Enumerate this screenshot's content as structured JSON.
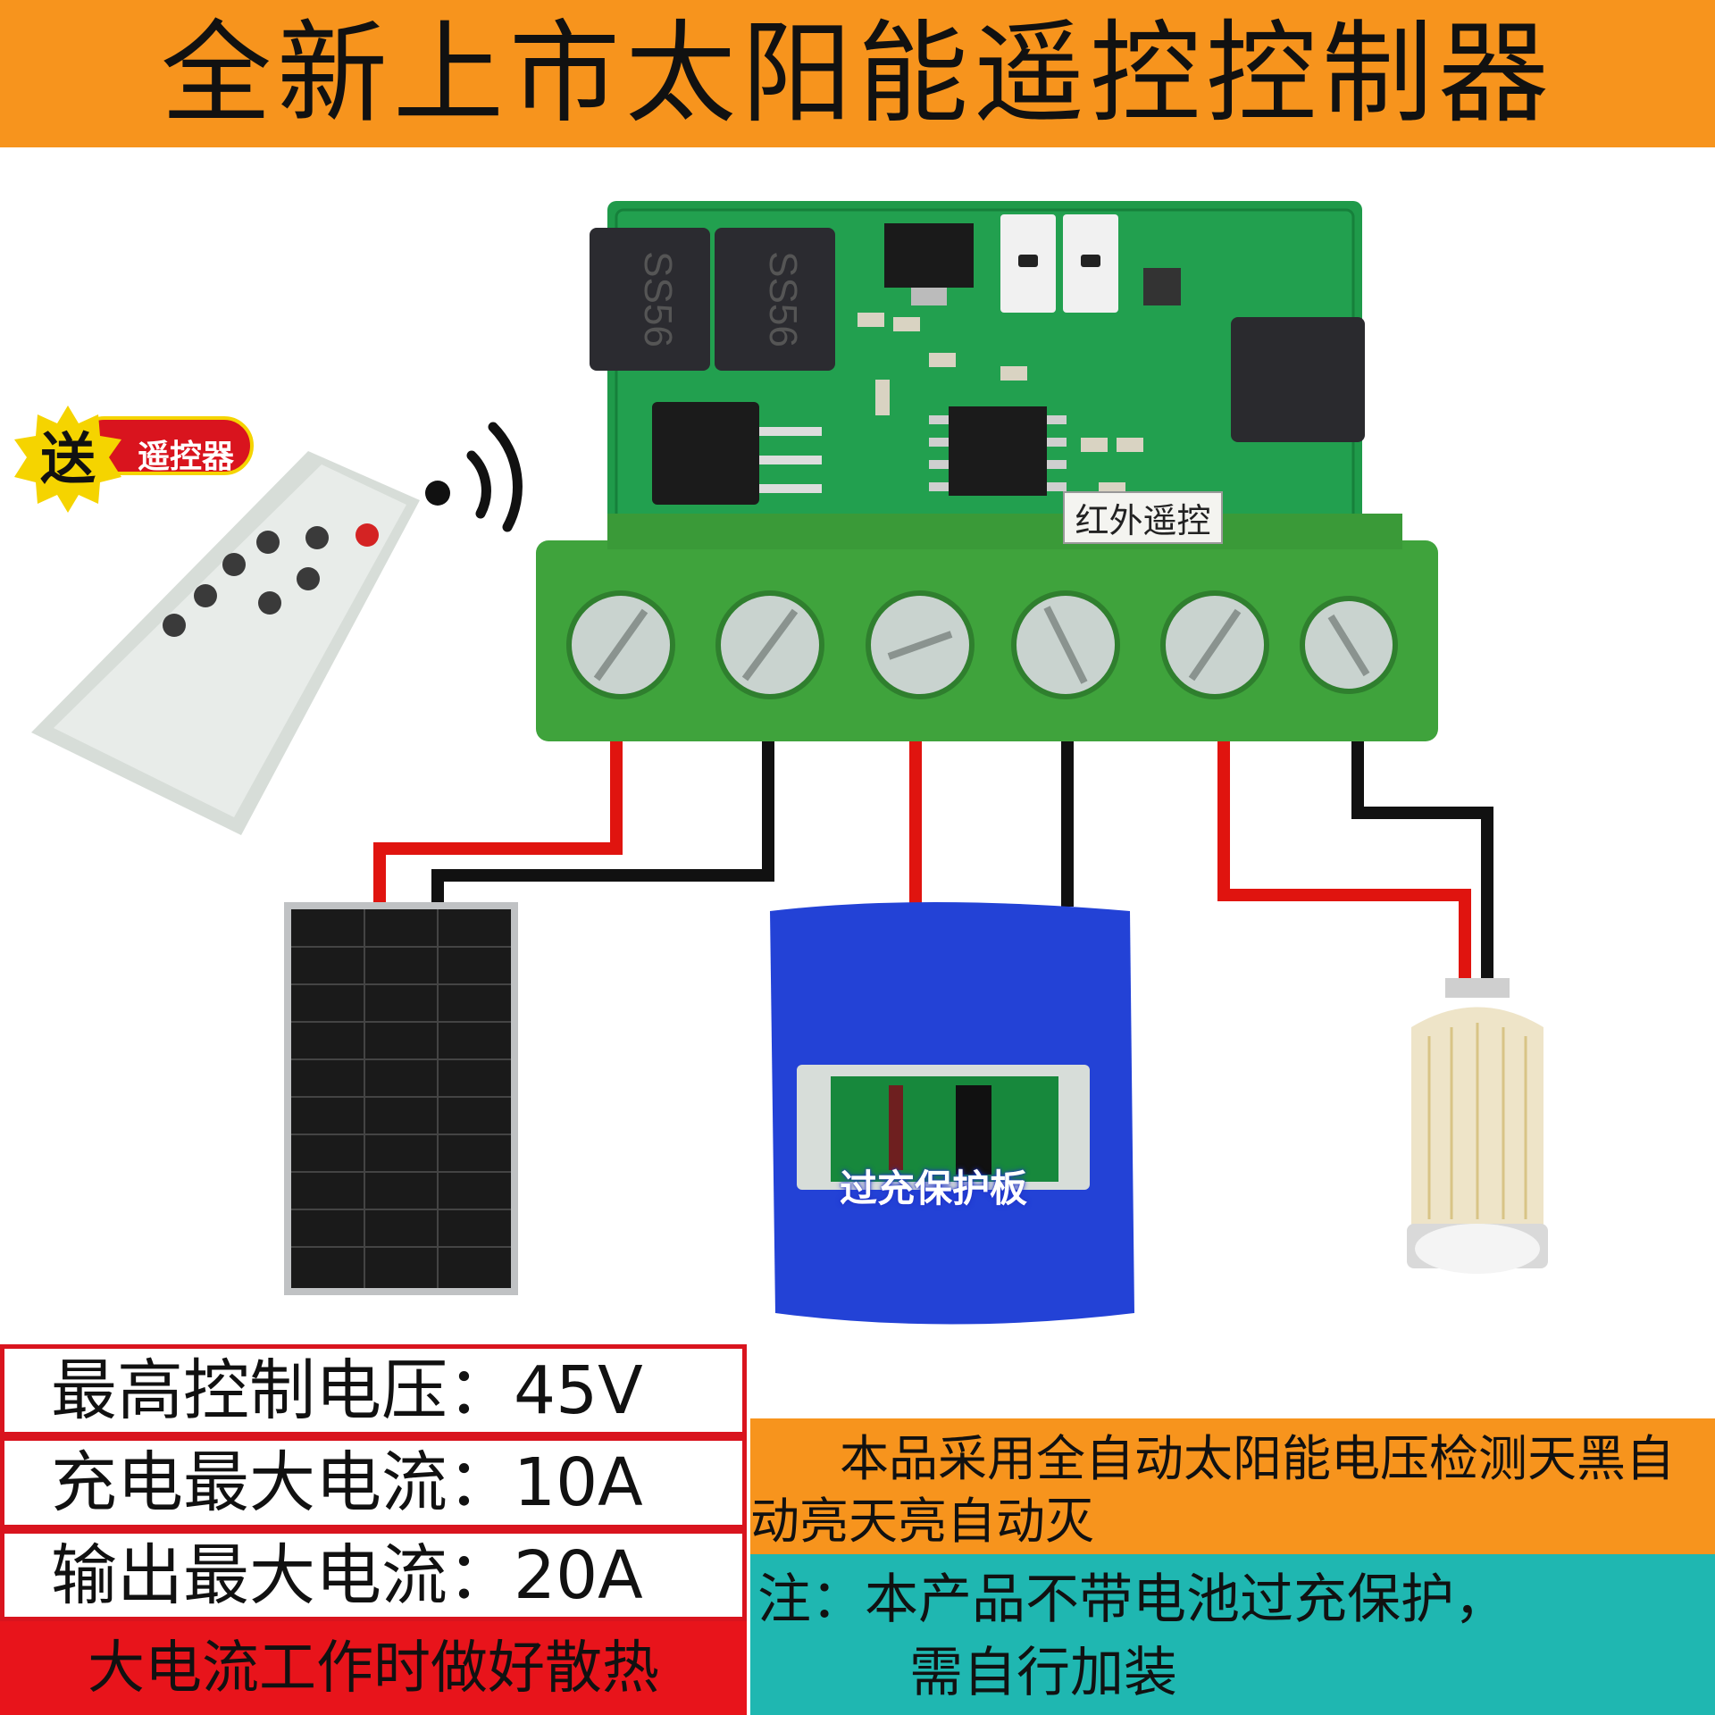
{
  "banner": {
    "title": "全新上市太阳能遥控控制器"
  },
  "badge": {
    "gift": "送",
    "remote": "遥控器"
  },
  "board": {
    "ir_label": "红外遥控"
  },
  "battery": {
    "label": "过充保护板"
  },
  "specs": {
    "voltage": "最高控制电压：45V",
    "charge_current": "充电最大电流：10A",
    "output_current": "输出最大电流：20A",
    "warning": "大电流工作时做好散热"
  },
  "info": {
    "auto": "本品采用全自动太阳能电压检测天黑自动亮天亮自动灭",
    "note_line1": "注：本产品不带电池过充保护，",
    "note_line2": "需自行加装"
  },
  "colors": {
    "banner": "#f7941d",
    "pcb": "#1f9a4a",
    "terminal": "#3fa33c",
    "battery": "#2342d6",
    "wire_red": "#e0140f",
    "wire_black": "#111111",
    "note_bg": "#1fb7b1",
    "warn_bg": "#e8141b"
  },
  "icons": [
    "wifi-signal-icon",
    "remote-control-icon",
    "solar-panel-icon",
    "battery-pack-icon",
    "led-corn-bulb-icon"
  ]
}
